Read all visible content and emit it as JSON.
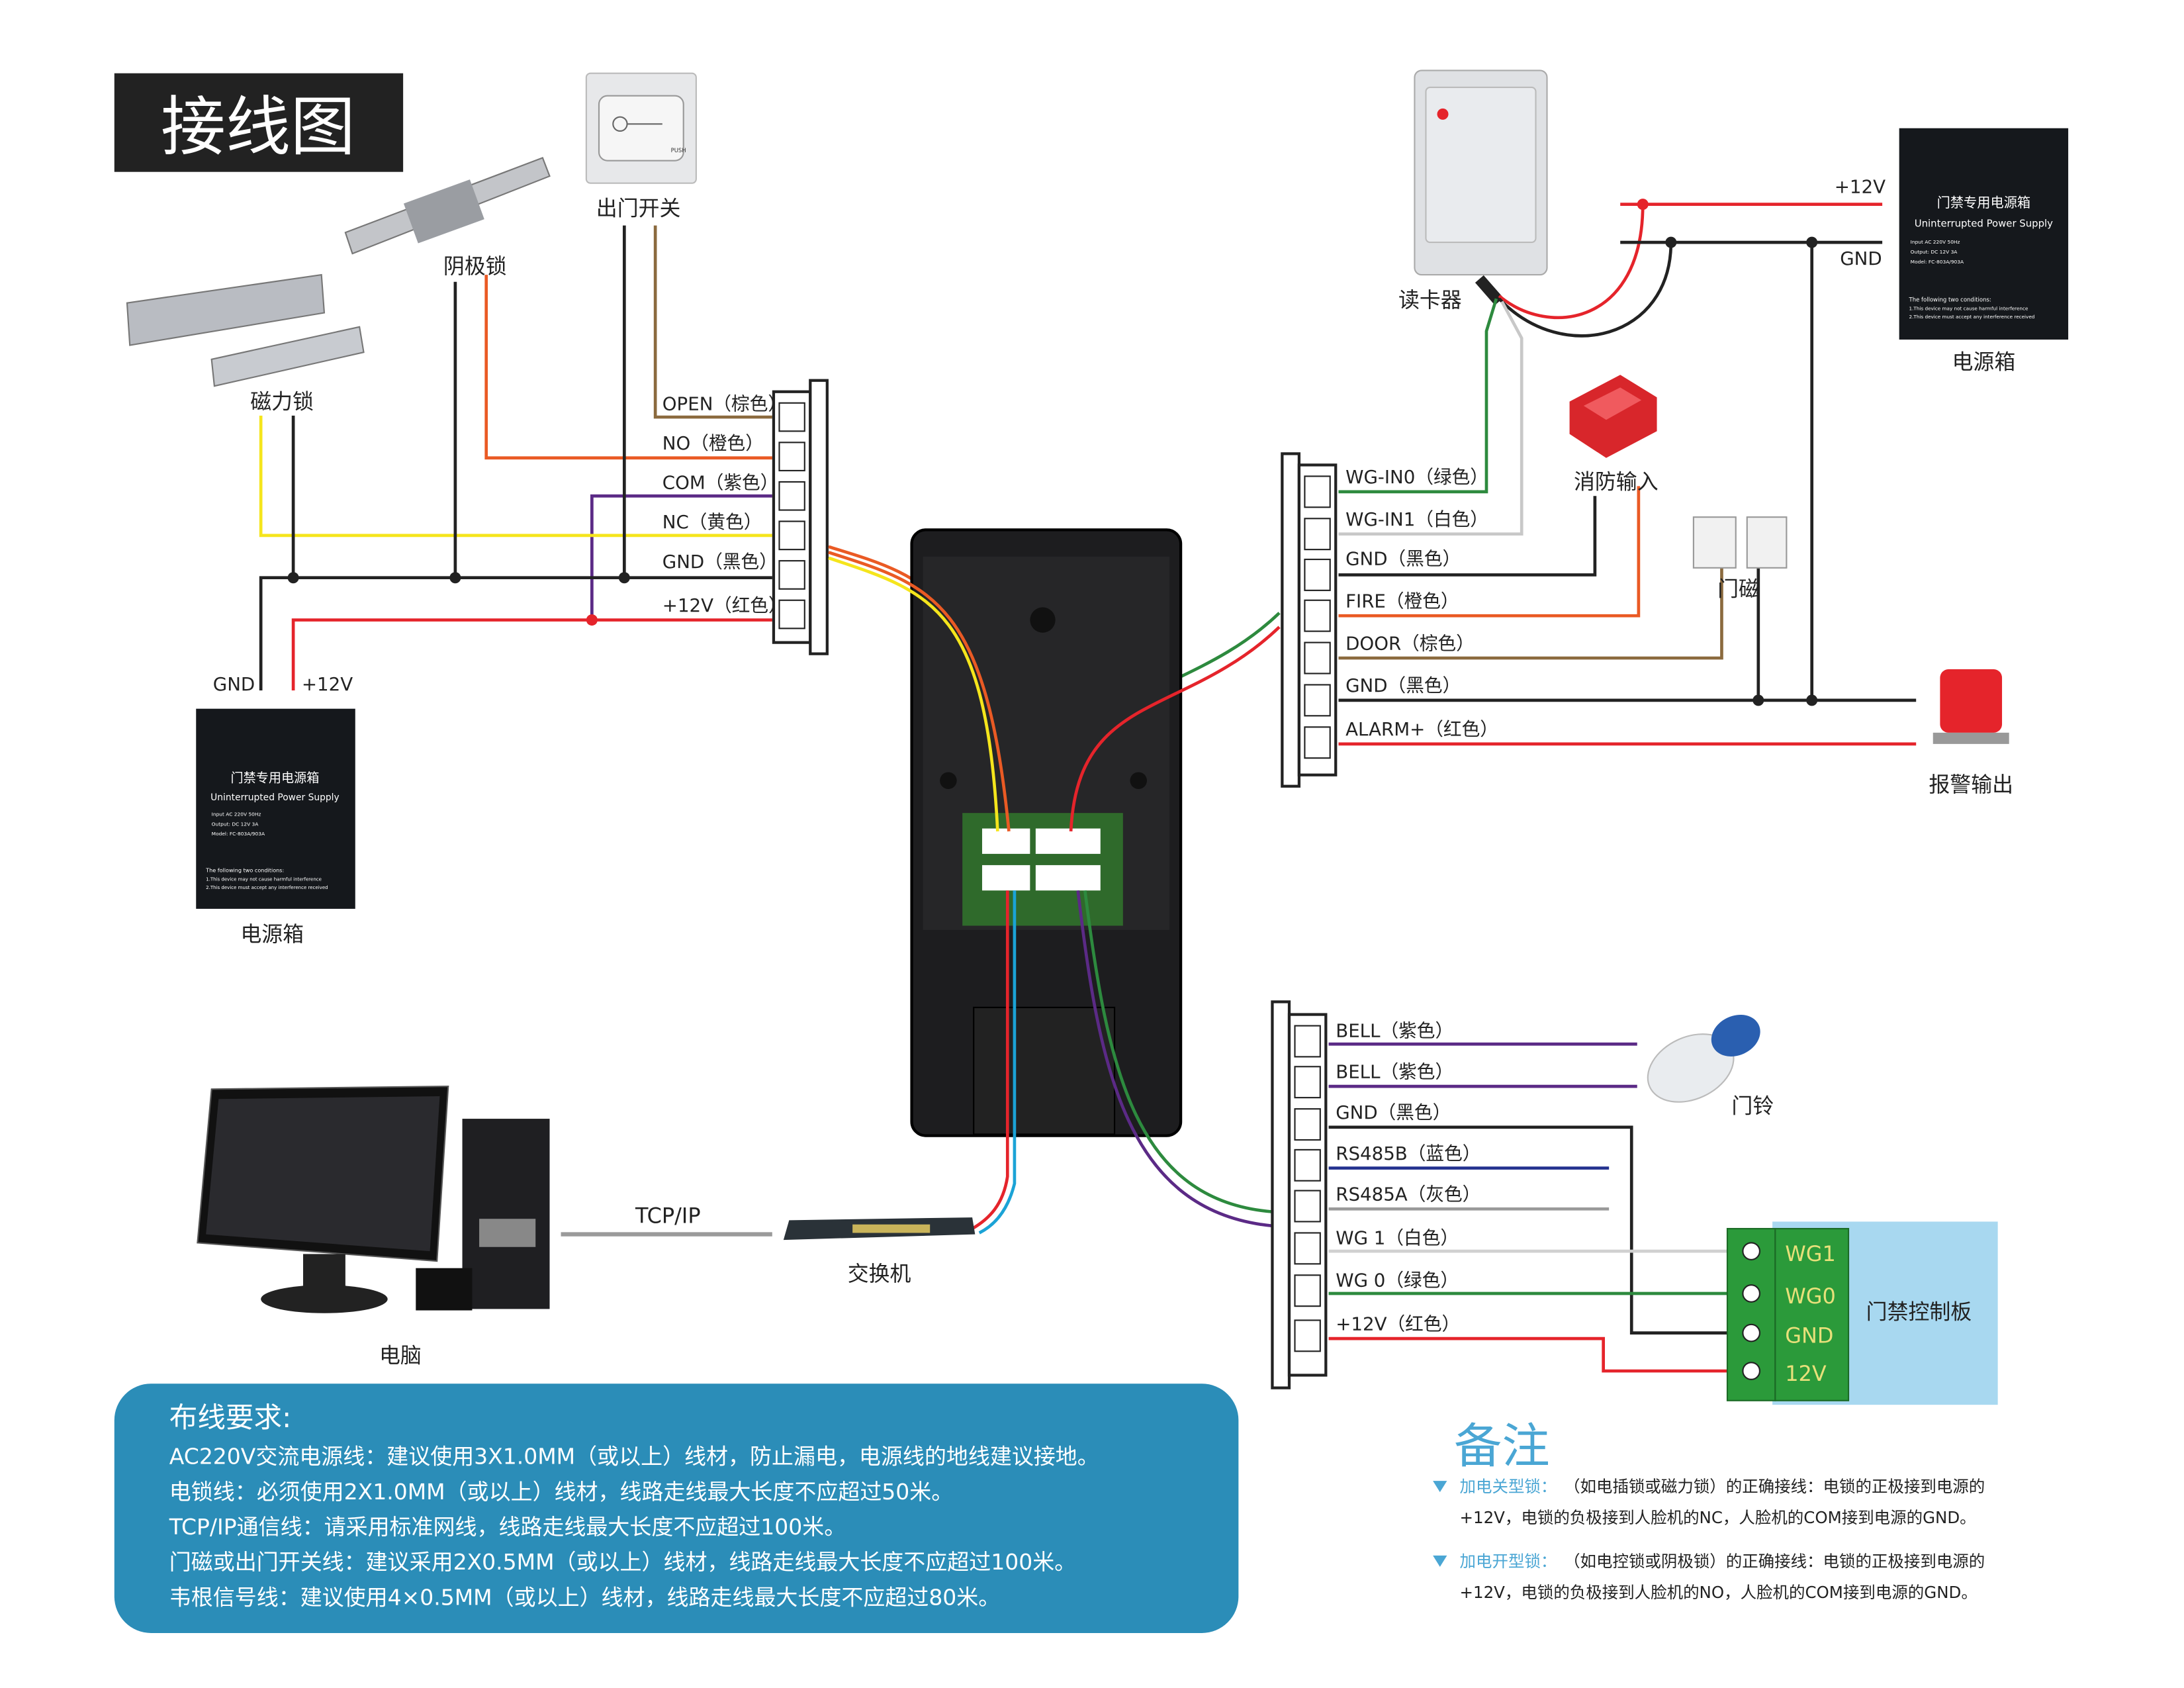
{
  "title": "接线图",
  "devices": {
    "maglock": "磁力锁",
    "strike_lock": "阴极锁",
    "exit_button": "出门开关",
    "exit_button_text": "PUSH",
    "psu_left": "电源箱",
    "psu_right": "电源箱",
    "card_reader": "读卡器",
    "fire_input": "消防输入",
    "door_sensor": "门磁",
    "alarm_output": "报警输出",
    "doorbell": "门铃",
    "computer": "电脑",
    "switch": "交换机",
    "tcpip": "TCP/IP",
    "controller": "门禁控制板"
  },
  "psu_label": {
    "cn": "门禁专用电源箱",
    "en": "Uninterrupted Power Supply",
    "input": "Input  AC 220V 50Hz",
    "output": "Output: DC 12V 3A",
    "model": "Model: FC-803A/903A",
    "cond": "The following two conditions:",
    "cond1": "1.This device may not cause harmful interference",
    "cond2": "2.This device must accept any interference received"
  },
  "psu_left_terminals": {
    "gnd": "GND",
    "v12": "+12V"
  },
  "psu_right_terminals": {
    "v12": "+12V",
    "gnd": "GND"
  },
  "left_terminals": [
    "OPEN（棕色）",
    "NO（橙色）",
    "COM（紫色）",
    "NC（黄色）",
    "GND（黑色）",
    "+12V（红色）"
  ],
  "right_top_terminals": [
    "WG-IN0（绿色）",
    "WG-IN1（白色）",
    "GND（黑色）",
    "FIRE（橙色）",
    "DOOR（棕色）",
    "GND（黑色）",
    "ALARM+（红色）"
  ],
  "right_bottom_terminals": [
    "BELL（紫色）",
    "BELL（紫色）",
    "GND（黑色）",
    "RS485B（蓝色）",
    "RS485A（灰色）",
    "WG 1（白色）",
    "WG 0（绿色）",
    "+12V（红色）"
  ],
  "controller_terminals": [
    "WG1",
    "WG0",
    "GND",
    "12V"
  ],
  "requirements": {
    "title": "布线要求:",
    "lines": [
      "AC220V交流电源线：建议使用3X1.0MM（或以上）线材，防止漏电，电源线的地线建议接地。",
      "电锁线：必须使用2X1.0MM（或以上）线材，线路走线最大长度不应超过50米。",
      "TCP/IP通信线：请采用标准网线，线路走线最大长度不应超过100米。",
      "门磁或出门开关线：建议采用2X0.5MM（或以上）线材，线路走线最大长度不应超过100米。",
      "韦根信号线：建议使用4×0.5MM（或以上）线材，线路走线最大长度不应超过80米。"
    ]
  },
  "notes": {
    "title": "备注",
    "items": [
      {
        "head": "加电关型锁：",
        "line1": "（如电插锁或磁力锁）的正确接线：电锁的正极接到电源的",
        "line2": "+12V，电锁的负极接到人脸机的NC，人脸机的COM接到电源的GND。"
      },
      {
        "head": "加电开型锁：",
        "line1": "（如电控锁或阴极锁）的正确接线：电锁的正极接到电源的",
        "line2": "+12V，电锁的负极接到人脸机的NO，人脸机的COM接到电源的GND。"
      }
    ]
  },
  "colors": {
    "red": "#e5242b",
    "black": "#222222",
    "yellow": "#f5e51c",
    "orange": "#ea5a24",
    "purple": "#5b2a86",
    "brown": "#8b6a3e",
    "green": "#2d8a3e",
    "blue": "#23318f",
    "gray": "#9a9a9a",
    "panel_blue": "#2b8db8",
    "controller_bg": "#a8d8f0"
  }
}
